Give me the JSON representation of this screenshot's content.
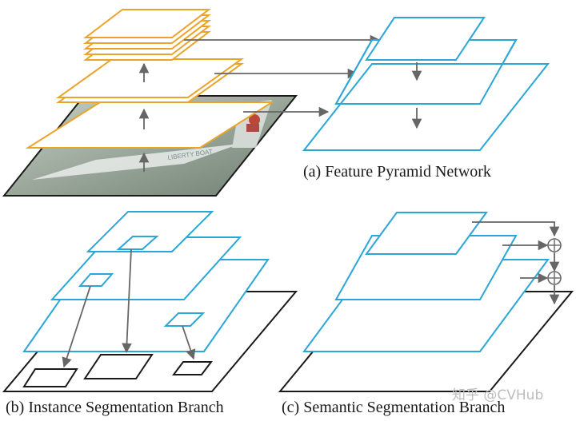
{
  "captions": {
    "fpn": "(a) Feature Pyramid Network",
    "instance": "(b) Instance Segmentation Branch",
    "semantic": "(c) Semantic Segmentation Branch"
  },
  "watermark": "知乎 @CVHub",
  "photo_text": "LIBERTY BOAT",
  "colors": {
    "backbone": "#eaa42c",
    "pyramid": "#2aa6d8",
    "image_plane": "#1a1a1a",
    "arrows": "#666666"
  }
}
